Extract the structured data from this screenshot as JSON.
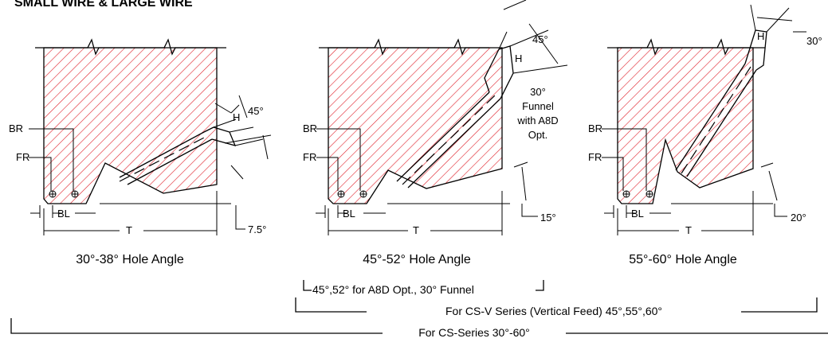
{
  "header_partial": "SMALL WIRE & LARGE WIRE",
  "labels": {
    "BR": "BR",
    "FR": "FR",
    "BL": "BL",
    "T": "T",
    "H": "H"
  },
  "diagrams": [
    {
      "caption": "30°-38° Hole Angle",
      "angle_top": "45°",
      "angle_bottom": "7.5°"
    },
    {
      "caption": "45°-52° Hole Angle",
      "angle_top": "45°",
      "funnel_note": [
        "30°",
        "Funnel",
        "with A8D",
        "Opt."
      ],
      "angle_bottom": "15°"
    },
    {
      "caption": "55°-60° Hole Angle",
      "angle_top": "30°",
      "angle_bottom": "20°"
    }
  ],
  "brackets": {
    "a8d": "45°,52°  for A8D Opt., 30° Funnel",
    "vertical": "For CS-V Series (Vertical Feed) 45°,55°,60°",
    "cs_series": "For CS-Series 30°-60°"
  },
  "colors": {
    "hatch": "#e0202a",
    "line": "#000000"
  }
}
